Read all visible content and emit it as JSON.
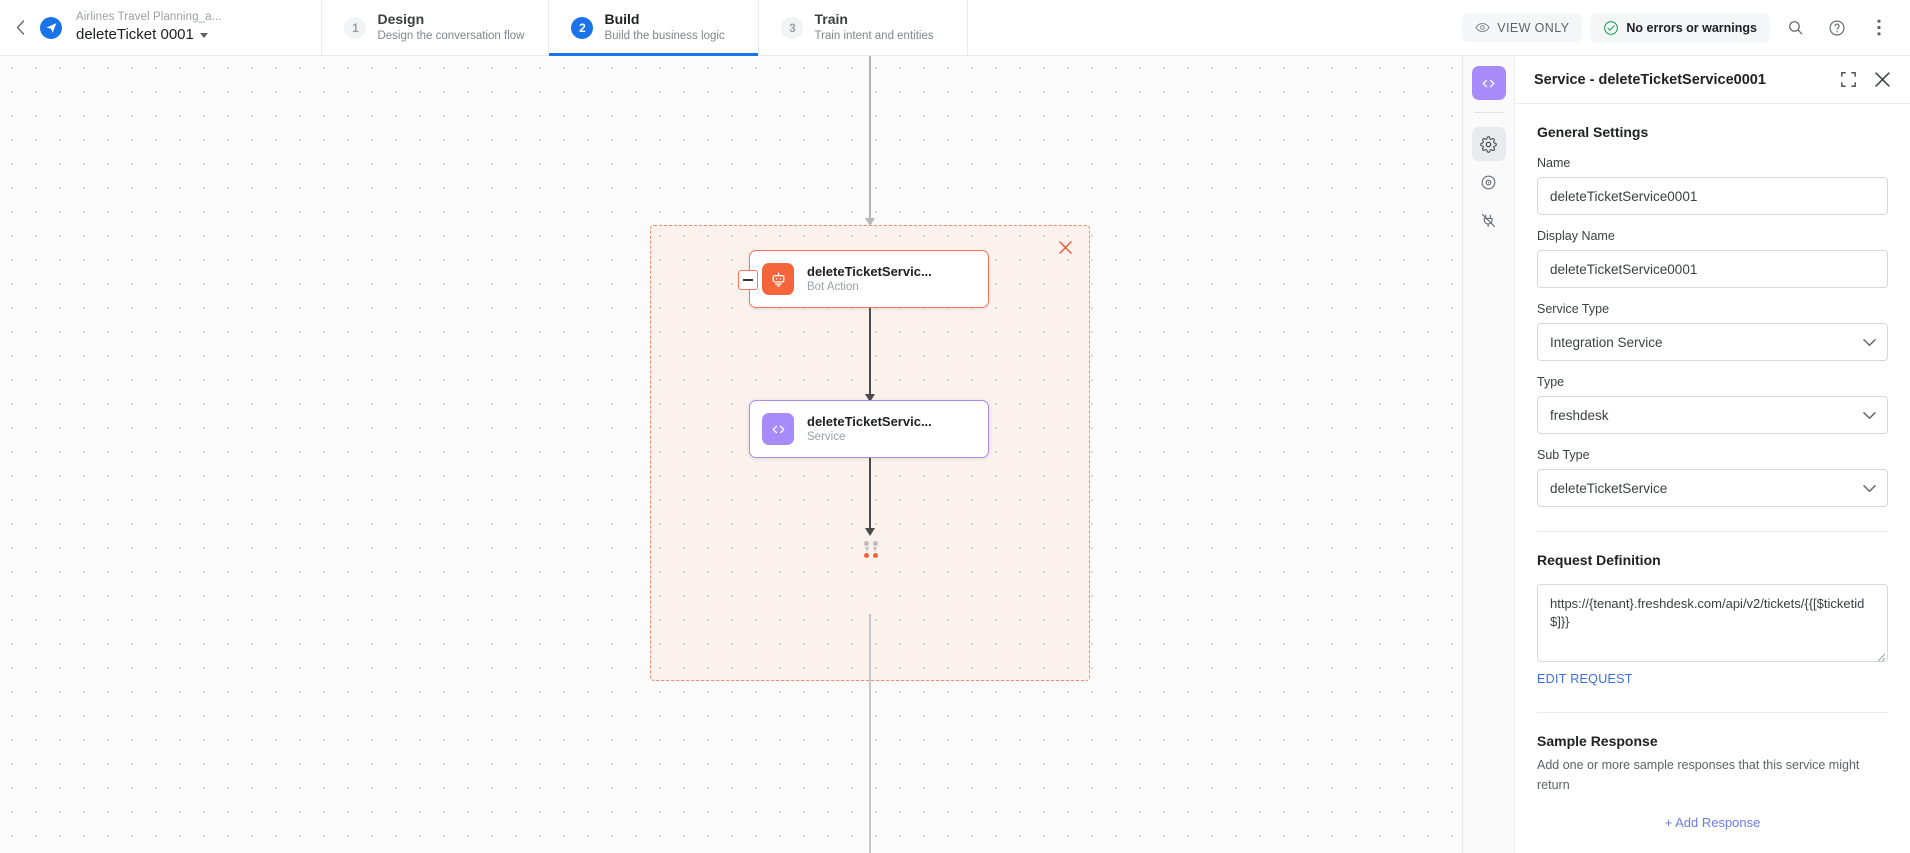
{
  "header": {
    "back_icon": "chevron-left-icon",
    "logo_icon": "send-plane-logo",
    "breadcrumb": "Airlines Travel Planning_a...",
    "title": "deleteTicket 0001",
    "steps": [
      {
        "num": "1",
        "title": "Design",
        "desc": "Design the conversation flow",
        "active": false
      },
      {
        "num": "2",
        "title": "Build",
        "desc": "Build the business logic",
        "active": true
      },
      {
        "num": "3",
        "title": "Train",
        "desc": "Train intent and entities",
        "active": false
      }
    ],
    "view_only_label": "VIEW ONLY",
    "view_only_icon": "eye-icon",
    "status_label": "No errors or warnings",
    "status_icon": "check-circle-icon",
    "status_color": "#1e9e52",
    "search_icon": "search-icon",
    "help_icon": "help-circle-icon",
    "more_icon": "more-vertical-icon",
    "accent_color": "#1a73e8"
  },
  "canvas": {
    "group": {
      "close_icon": "close-icon",
      "border_color": "#f08a6e",
      "fill_color": "rgba(255,121,63,0.075)"
    },
    "nodes": [
      {
        "title": "deleteTicketServic...",
        "subtitle": "Bot Action",
        "icon": "bot-icon",
        "color": "#f4653c",
        "collapse_icon": "minus-icon"
      },
      {
        "title": "deleteTicketServic...",
        "subtitle": "Service",
        "icon": "code-icon",
        "color": "#a78bfa"
      }
    ],
    "end_marker": "flow-end-marker"
  },
  "panel": {
    "rail": [
      {
        "name": "code-icon",
        "state": "primary"
      },
      {
        "name": "gear-icon",
        "state": "selected"
      },
      {
        "name": "target-icon",
        "state": "default"
      },
      {
        "name": "plug-off-icon",
        "state": "default"
      }
    ],
    "title": "Service - deleteTicketService0001",
    "collapse_icon": "collapse-icon",
    "close_icon": "close-icon",
    "general_settings_title": "General Settings",
    "fields": {
      "name_label": "Name",
      "name_value": "deleteTicketService0001",
      "display_name_label": "Display Name",
      "display_name_value": "deleteTicketService0001",
      "service_type_label": "Service Type",
      "service_type_value": "Integration Service",
      "type_label": "Type",
      "type_value": "freshdesk",
      "sub_type_label": "Sub Type",
      "sub_type_value": "deleteTicketService"
    },
    "request": {
      "title": "Request Definition",
      "url": "https://{tenant}.freshdesk.com/api/v2/tickets/{{[$ticketid$]}}",
      "edit_label": "EDIT REQUEST"
    },
    "sample_response": {
      "title": "Sample Response",
      "help": "Add one or more sample responses that this service might return",
      "add_label": "+ Add Response"
    }
  }
}
